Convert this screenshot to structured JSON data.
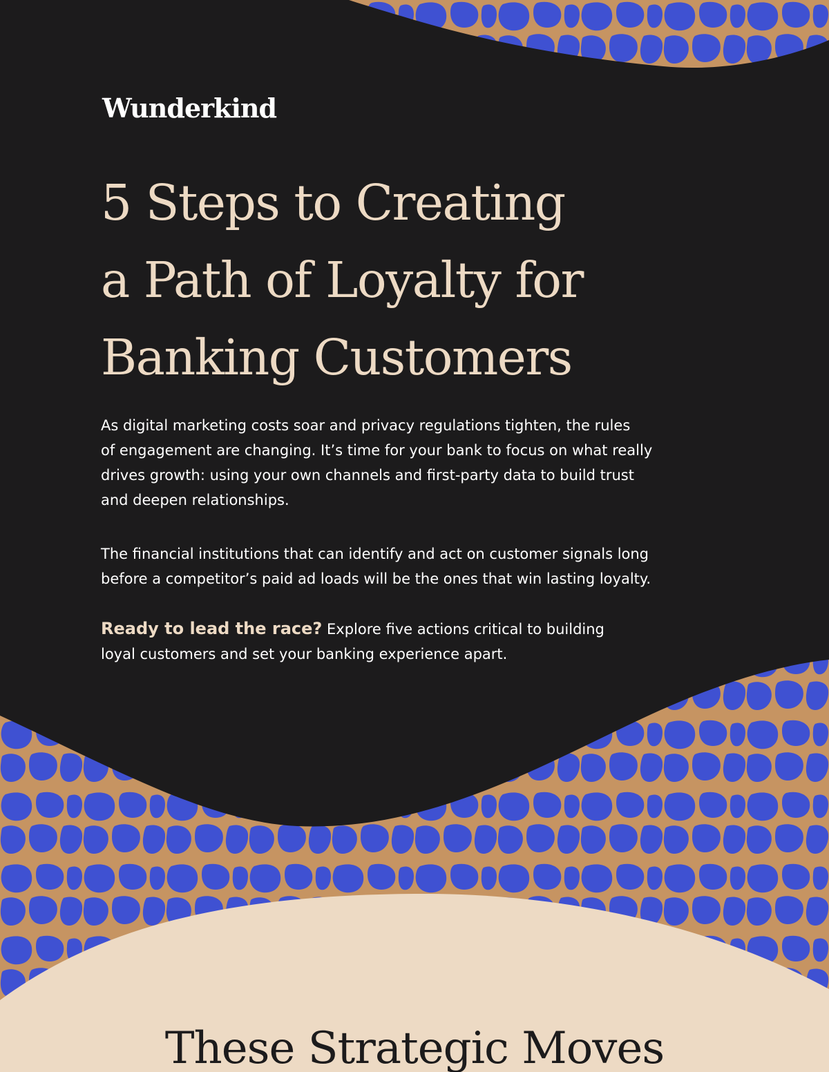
{
  "brand": {
    "logo_text": "Wunderkind"
  },
  "colors": {
    "dark_background": "#1c1b1c",
    "cream_accent": "#eddac4",
    "pattern_blue": "#3f51d2",
    "pattern_tan": "#c69462",
    "body_text": "#ffffff"
  },
  "hero": {
    "title_lines": [
      "5 Steps to Creating",
      "a Path of Loyalty for",
      "Banking Customers"
    ]
  },
  "intro": {
    "paragraph1_lines": [
      "As digital marketing costs soar and privacy regulations tighten, the rules",
      "of engagement are changing. It’s time for your bank to focus on what really",
      "drives growth: using your own channels and first-party data to build trust",
      "and deepen relationships."
    ],
    "paragraph2_lines": [
      "The financial institutions that can identify and act on customer signals long",
      "before a competitor’s paid ad loads will be the ones that win lasting loyalty."
    ],
    "cta_lead": "Ready to lead the race?",
    "cta_line1_rest": " Explore five actions critical to building",
    "cta_line2": "loyal customers and set your banking experience apart."
  },
  "bottom_section": {
    "heading": "These Strategic Moves"
  },
  "decoration": {
    "pattern_icon": "giraffe-spot-pattern"
  }
}
